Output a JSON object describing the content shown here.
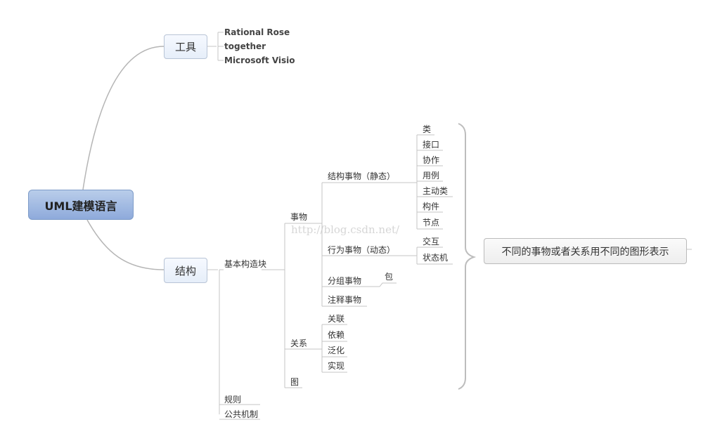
{
  "root": {
    "label": "UML建模语言"
  },
  "tools": {
    "label": "工具",
    "items": [
      "Rational Rose",
      "together",
      "Microsoft Visio"
    ]
  },
  "structure": {
    "label": "结构",
    "building_blocks": {
      "label": "基本构造块",
      "things": {
        "label": "事物",
        "structural": {
          "label": "结构事物（静态）",
          "items": [
            "类",
            "接口",
            "协作",
            "用例",
            "主动类",
            "构件",
            "节点"
          ]
        },
        "behavioral": {
          "label": "行为事物（动态）",
          "items": [
            "交互",
            "状态机"
          ]
        },
        "grouping": {
          "label": "分组事物",
          "items": [
            "包"
          ]
        },
        "annotational": {
          "label": "注释事物"
        }
      },
      "relations": {
        "label": "关系",
        "items": [
          "关联",
          "依赖",
          "泛化",
          "实现"
        ]
      },
      "diagrams": {
        "label": "图"
      }
    },
    "rules": {
      "label": "规则"
    },
    "mechanisms": {
      "label": "公共机制"
    }
  },
  "callout": {
    "label": "不同的事物或者关系用不同的图形表示"
  },
  "watermark": "http://blog.csdn.net/"
}
